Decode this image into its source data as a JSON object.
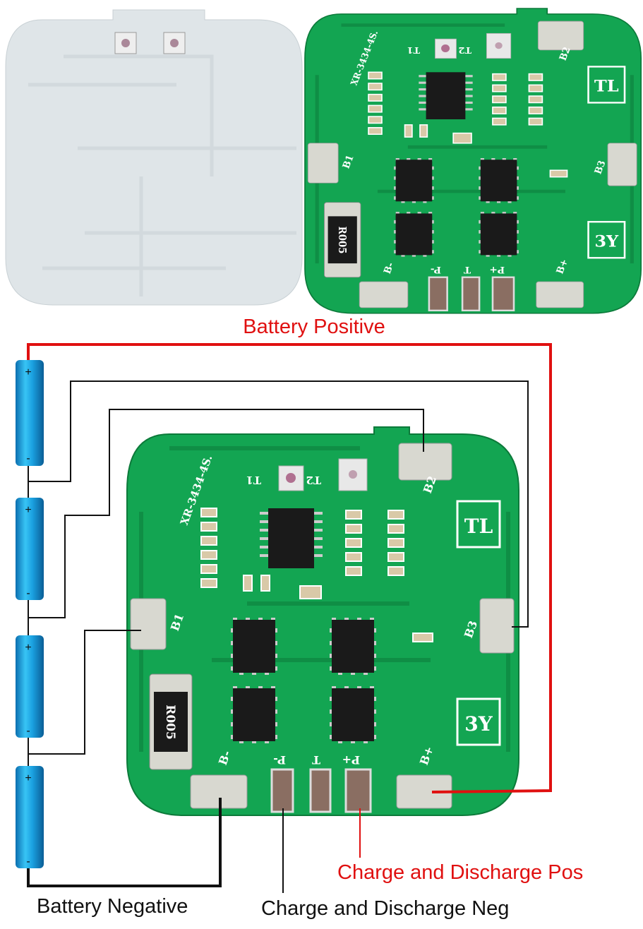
{
  "labels": {
    "battery_positive": "Battery Positive",
    "battery_negative": "Battery Negative",
    "charge_discharge_neg": "Charge and Discharge Neg",
    "charge_discharge_pos": "Charge and Discharge Pos"
  },
  "board": {
    "model": "XR-3434-4S.",
    "logo_top": "TL",
    "logo_bottom": "3Y",
    "resistor": "R005",
    "pads": {
      "b1": "B1",
      "b2": "B2",
      "b3": "B3",
      "b_plus": "B+",
      "b_minus": "B-",
      "p_minus": "P-",
      "t": "T",
      "p_plus": "P+"
    },
    "leds": {
      "t1": "T1",
      "t2": "T2"
    }
  },
  "battery": {
    "plus": "+",
    "minus": "-"
  },
  "colors": {
    "positive_wire": "#e01010",
    "wire": "#111111",
    "pcb": "#12a050",
    "battery": "#1aa0e0",
    "label_red": "#e01010"
  }
}
